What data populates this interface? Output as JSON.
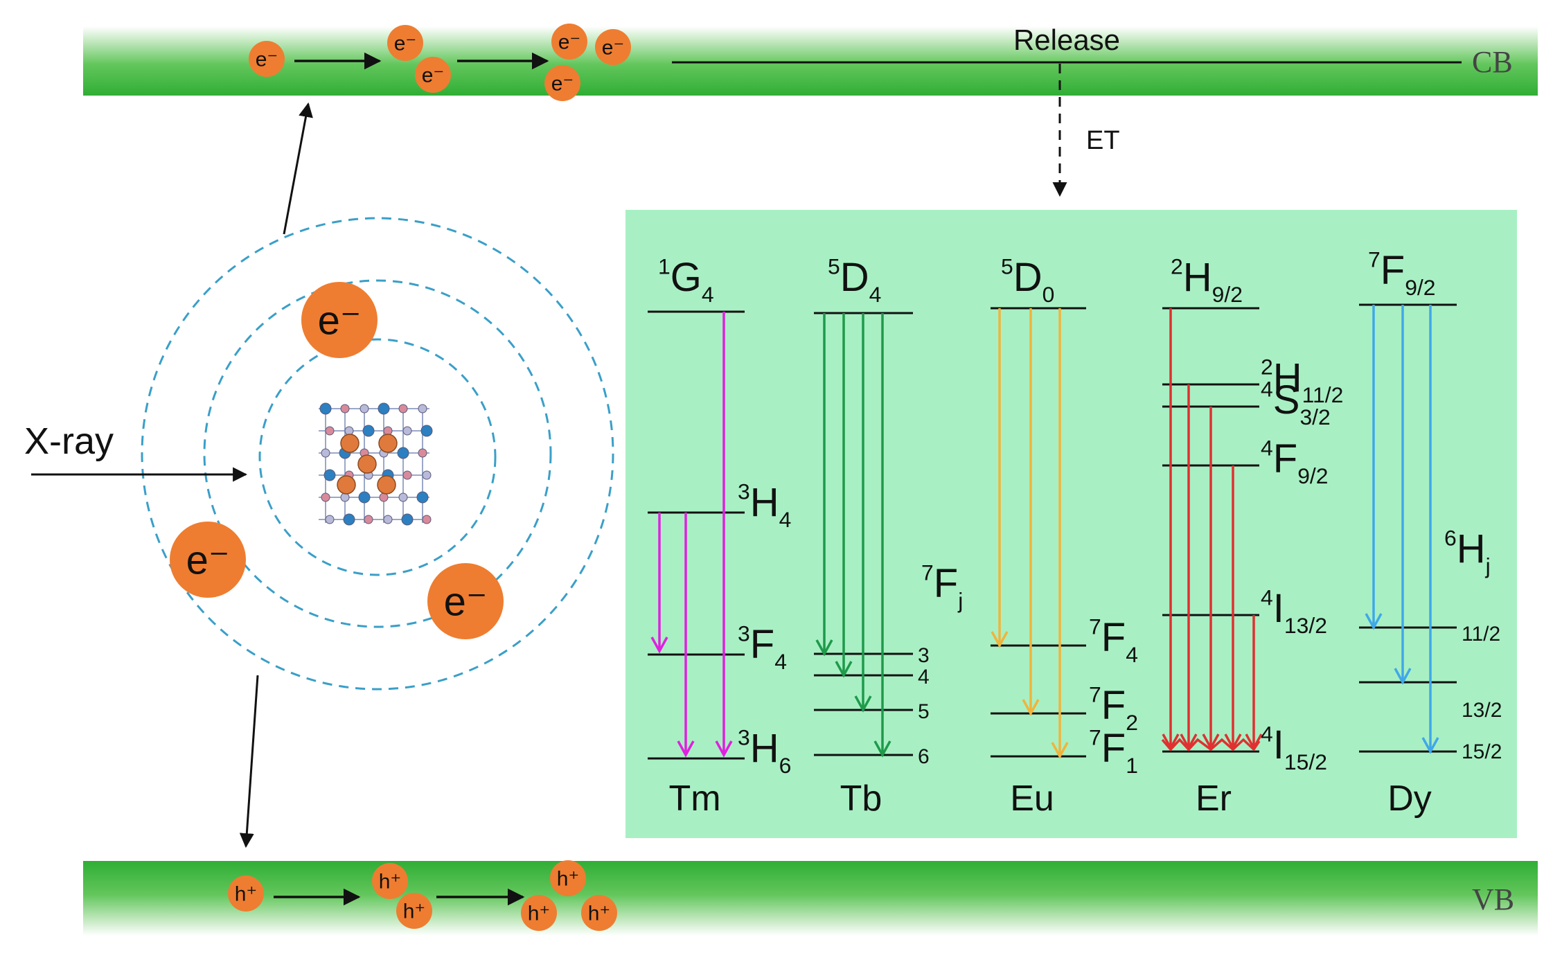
{
  "bands": {
    "cb_label": "CB",
    "vb_label": "VB",
    "release_label": "Release",
    "et_label": "ET",
    "color_band": "#3fb23c",
    "color_panel": "#a8f0c4"
  },
  "carriers": {
    "electron": "e⁻",
    "hole": "h⁺",
    "color": "#ee7d31"
  },
  "xray_label": "X-ray",
  "ions": [
    {
      "name": "Tm",
      "color": "#e020e0",
      "top_level": {
        "base": "G",
        "sup": "1",
        "sub": "4"
      },
      "levels": [
        {
          "base": "H",
          "sup": "3",
          "sub": "4"
        },
        {
          "base": "F",
          "sup": "3",
          "sub": "4"
        },
        {
          "base": "H",
          "sup": "3",
          "sub": "6"
        }
      ]
    },
    {
      "name": "Tb",
      "color": "#1e9a4a",
      "top_level": {
        "base": "D",
        "sup": "5",
        "sub": "4"
      },
      "manifold": {
        "base": "F",
        "sup": "7",
        "sub": "j"
      },
      "levels": [
        {
          "label": "3"
        },
        {
          "label": "4"
        },
        {
          "label": "5"
        },
        {
          "label": "6"
        }
      ]
    },
    {
      "name": "Eu",
      "color": "#f0b43c",
      "top_level": {
        "base": "D",
        "sup": "5",
        "sub": "0"
      },
      "levels": [
        {
          "base": "F",
          "sup": "7",
          "sub": "4"
        },
        {
          "base": "F",
          "sup": "7",
          "sub": "2"
        },
        {
          "base": "F",
          "sup": "7",
          "sub": "1"
        }
      ]
    },
    {
      "name": "Er",
      "color": "#e03030",
      "top_level": {
        "base": "H",
        "sup": "2",
        "sub": "9/2"
      },
      "levels": [
        {
          "base": "H",
          "sup": "2",
          "sub": "11/2"
        },
        {
          "base": "S",
          "sup": "4",
          "sub": "3/2"
        },
        {
          "base": "F",
          "sup": "4",
          "sub": "9/2"
        },
        {
          "base": "I",
          "sup": "4",
          "sub": "13/2"
        },
        {
          "base": "I",
          "sup": "4",
          "sub": "15/2"
        }
      ]
    },
    {
      "name": "Dy",
      "color": "#40a8e8",
      "top_level": {
        "base": "F",
        "sup": "7",
        "sub": "9/2"
      },
      "manifold": {
        "base": "H",
        "sup": "6",
        "sub": "j"
      },
      "levels": [
        {
          "label": "11/2"
        },
        {
          "label": "13/2"
        },
        {
          "label": "15/2"
        }
      ]
    }
  ]
}
